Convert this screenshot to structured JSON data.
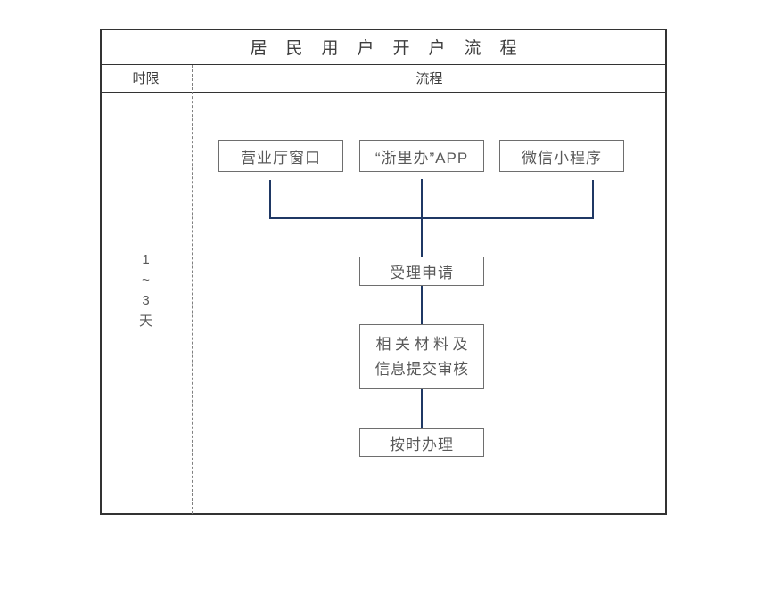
{
  "diagram": {
    "title": "居民用户开户流程",
    "columns": {
      "time_header": "时限",
      "flow_header": "流程"
    },
    "time_limit": [
      "1",
      "~",
      "3",
      "天"
    ],
    "channels": [
      {
        "label": "营业厅窗口"
      },
      {
        "label": "“浙里办”APP"
      },
      {
        "label": "微信小程序"
      }
    ],
    "steps": {
      "accept": "受理申请",
      "review_line1": "相关材料及",
      "review_line2": "信息提交审核",
      "complete": "按时办理"
    },
    "colors": {
      "connector": "#1F3864",
      "frame_border": "#333333",
      "box_border": "#6E6E6E",
      "text": "#595959",
      "divider_dashed": "#808080",
      "heading_text": "#3D3D3D"
    }
  }
}
